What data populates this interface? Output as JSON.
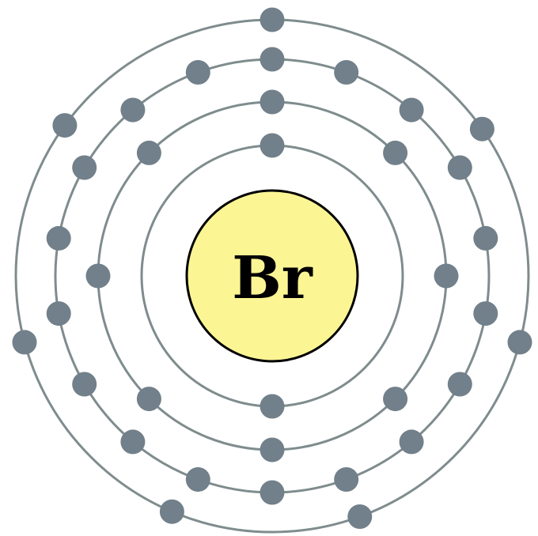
{
  "element": {
    "symbol": "Br",
    "nucleus_color": "#fbf594",
    "electron_color": "#71808a",
    "shell_color": "#7f8c8d"
  },
  "shells": [
    {
      "name": "shell-1",
      "electrons": 2
    },
    {
      "name": "shell-2",
      "electrons": 8
    },
    {
      "name": "shell-3",
      "electrons": 18
    },
    {
      "name": "shell-4",
      "electrons": 7
    }
  ]
}
